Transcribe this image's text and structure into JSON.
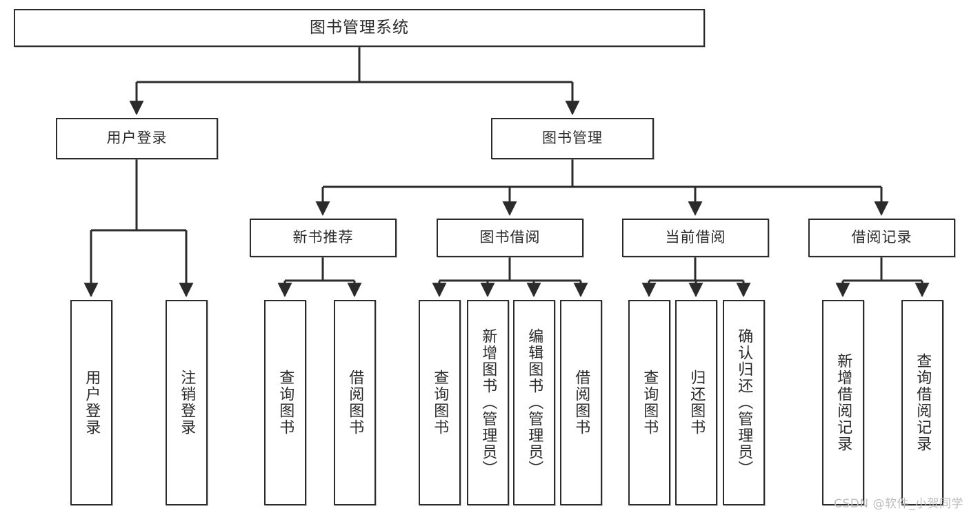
{
  "diagram": {
    "title": "图书管理系统",
    "watermark": "CSDN @软件_小贺同学",
    "colors": {
      "box_border": "#2b2b2b",
      "box_fill": "#ffffff",
      "edge": "#2b2b2b",
      "text": "#2b2b2b",
      "watermark": "#bdbdbd",
      "background": "#ffffff"
    },
    "root": {
      "label": "图书管理系统"
    },
    "level2": [
      {
        "label": "用户登录"
      },
      {
        "label": "图书管理"
      }
    ],
    "level3": [
      {
        "label": "新书推荐"
      },
      {
        "label": "图书借阅"
      },
      {
        "label": "当前借阅"
      },
      {
        "label": "借阅记录"
      }
    ],
    "leaves": {
      "user_login": [
        {
          "label": "用户登录"
        },
        {
          "label": "注销登录"
        }
      ],
      "new_book_recommend": [
        {
          "label": "查询图书"
        },
        {
          "label": "借阅图书"
        }
      ],
      "book_borrow": [
        {
          "label": "查询图书"
        },
        {
          "label": "新增图书（管理员）"
        },
        {
          "label": "编辑图书（管理员）"
        },
        {
          "label": "借阅图书"
        }
      ],
      "current_borrow": [
        {
          "label": "查询图书"
        },
        {
          "label": "归还图书"
        },
        {
          "label": "确认归还（管理员）"
        }
      ],
      "borrow_record": [
        {
          "label": "新增借阅记录"
        },
        {
          "label": "查询借阅记录"
        }
      ]
    }
  }
}
